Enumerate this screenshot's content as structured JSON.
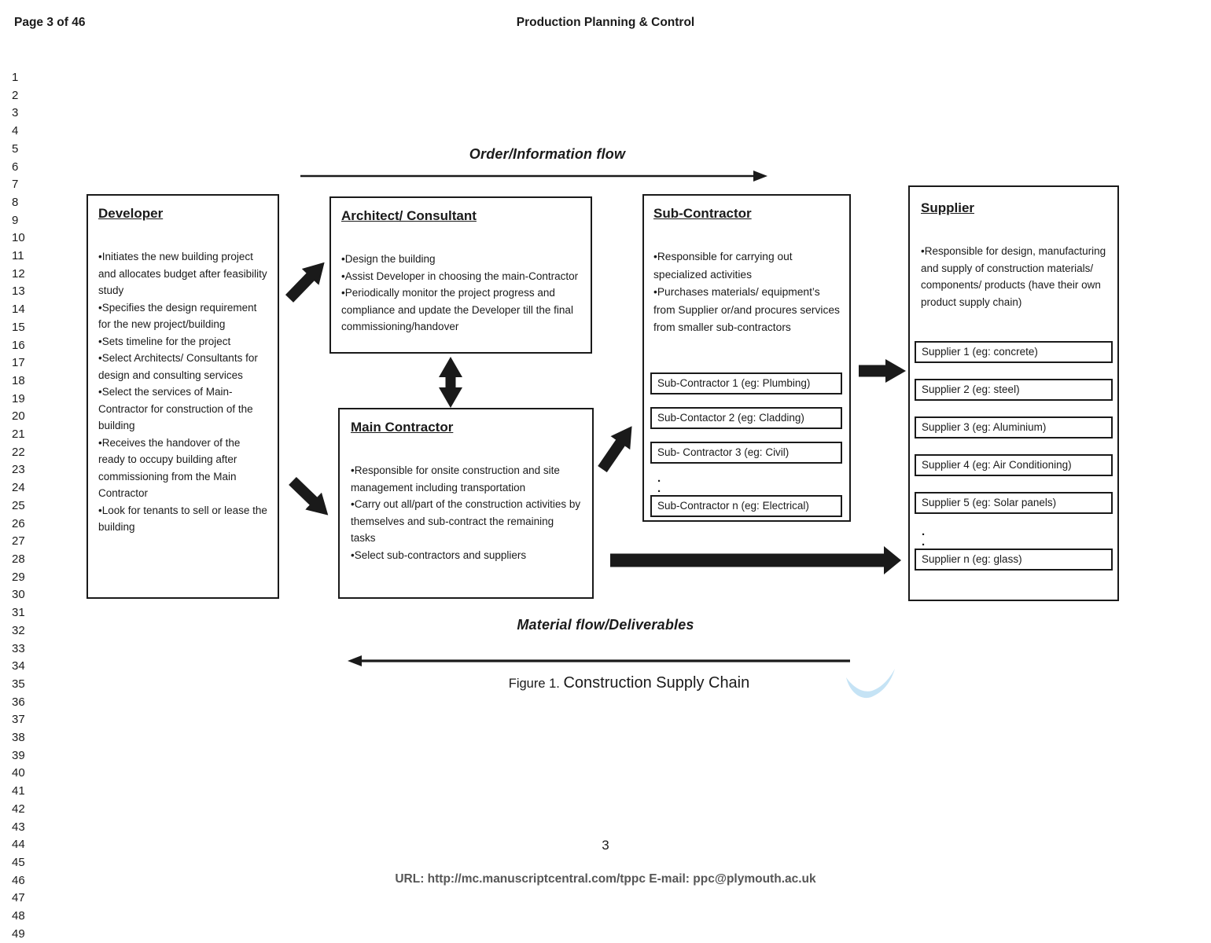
{
  "header": {
    "left": "Page 3 of 46",
    "center": "Production Planning & Control"
  },
  "line_numbers": [
    "1",
    "2",
    "3",
    "4",
    "5",
    "6",
    "7",
    "8",
    "9",
    "10",
    "11",
    "12",
    "13",
    "14",
    "15",
    "16",
    "17",
    "18",
    "19",
    "20",
    "21",
    "22",
    "23",
    "24",
    "25",
    "26",
    "27",
    "28",
    "29",
    "30",
    "31",
    "32",
    "33",
    "34",
    "35",
    "36",
    "37",
    "38",
    "39",
    "40",
    "41",
    "42",
    "43",
    "44",
    "45",
    "46",
    "47",
    "48",
    "49"
  ],
  "diagram": {
    "order_flow_label": "Order/Information flow",
    "material_flow_label": "Material flow/Deliverables",
    "caption": {
      "prefix": "Figure 1. ",
      "title": "Construction Supply Chain"
    },
    "developer": {
      "title": "Developer",
      "bullets": [
        "Initiates the new building project and allocates budget after feasibility study",
        "Specifies the design requirement for the new project/building",
        "Sets timeline for the project",
        "Select Architects/ Consultants for design and consulting services",
        "Select the services of Main-Contractor for construction of the building",
        "Receives the handover of the ready to occupy building after commissioning from the Main Contractor",
        "Look for tenants to sell or lease the building"
      ]
    },
    "architect": {
      "title": "Architect/ Consultant",
      "bullets": [
        "Design the building",
        "Assist Developer in choosing the main-Contractor",
        "Periodically monitor the project progress and compliance and update the Developer till the final commissioning/handover"
      ]
    },
    "main_contractor": {
      "title": "Main Contractor",
      "bullets": [
        "Responsible for onsite construction and site management including transportation",
        "Carry out all/part of the construction activities by themselves and sub-contract the remaining tasks",
        "Select sub-contractors and suppliers"
      ]
    },
    "sub_contractor": {
      "title": "Sub-Contractor",
      "bullets": [
        "Responsible for carrying out specialized activities",
        "Purchases materials/ equipment’s from Supplier or/and procures services from smaller sub-contractors"
      ],
      "items": [
        "Sub-Contractor 1 (eg: Plumbing)",
        "Sub-Contactor 2 (eg: Cladding)",
        "Sub- Contractor 3 (eg: Civil)"
      ],
      "dots": [
        ".",
        "."
      ],
      "item_last": "Sub-Contractor n (eg: Electrical)"
    },
    "supplier": {
      "title": "Supplier",
      "bullets": [
        "Responsible for design, manufacturing and supply of construction materials/ components/ products (have their own product supply chain)"
      ],
      "items": [
        "Supplier 1 (eg: concrete)",
        "Supplier 2 (eg: steel)",
        "Supplier 3 (eg: Aluminium)",
        "Supplier 4 (eg: Air Conditioning)",
        "Supplier 5 (eg: Solar panels)"
      ],
      "dots": [
        ".",
        "."
      ],
      "item_last": "Supplier n (eg: glass)"
    },
    "colors": {
      "ink": "#1a1a1a",
      "watermark_blue": "#bfe0f4",
      "footer_gray": "#565656"
    }
  },
  "footer": {
    "page_number": "3",
    "url_line": "URL: http://mc.manuscriptcentral.com/tppc E-mail: ppc@plymouth.ac.uk"
  }
}
